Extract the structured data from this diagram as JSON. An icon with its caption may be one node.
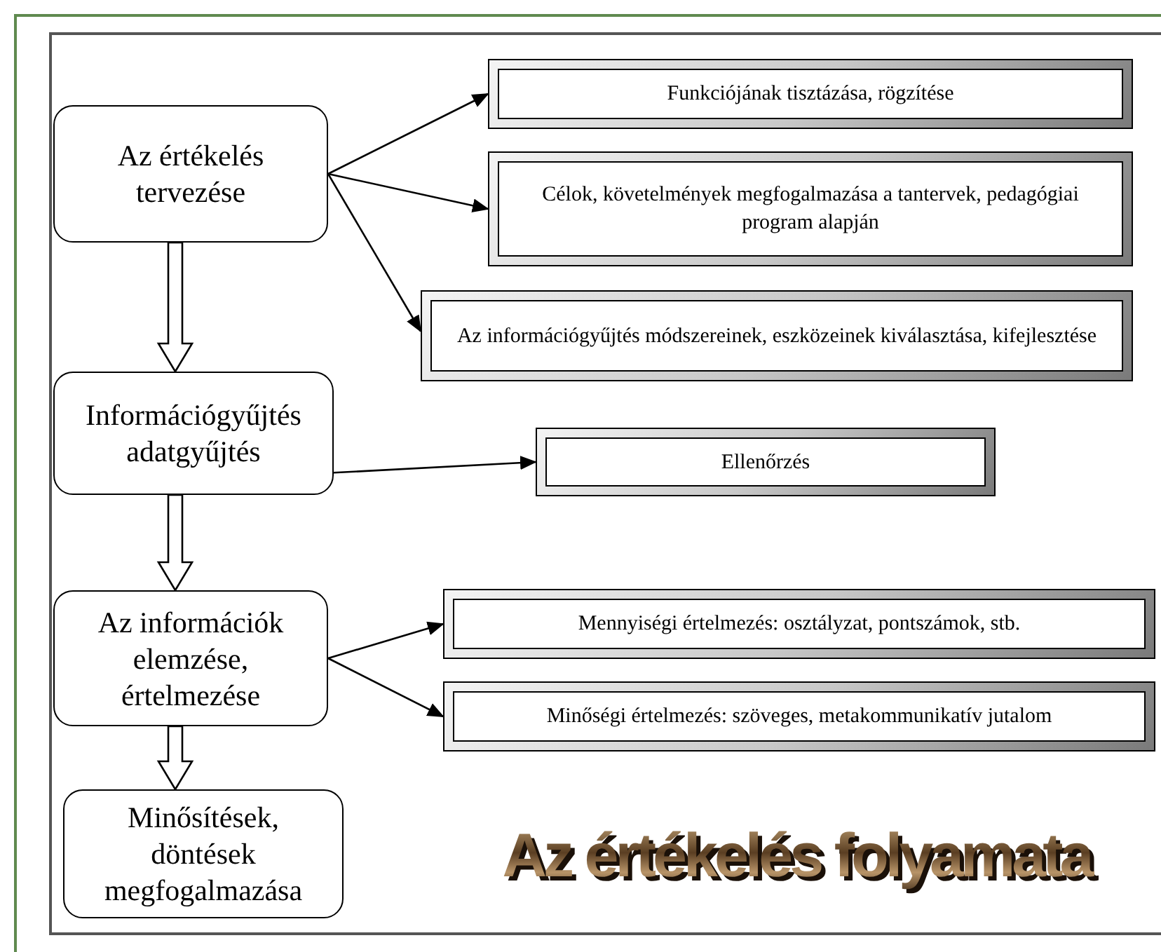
{
  "diagram": {
    "title": "Az értékelés folyamata",
    "nodes": [
      {
        "text": [
          "Az értékelés tervezése"
        ]
      },
      {
        "text": [
          "Funkciójának tisztázása, rögzítése"
        ]
      },
      {
        "text": [
          "Célok, követelmények megfogalmazása a tantervek, pedagógiai program alapján"
        ]
      },
      {
        "text": [
          "Az információgyűjtés módszereinek, eszközeinek kiválasztása, kifejlesztése"
        ]
      },
      {
        "text": [
          "Információgyűjtés adatgyűjtés"
        ]
      },
      {
        "text": [
          "Ellenőrzés"
        ]
      },
      {
        "text": [
          "Az információk elemzése, értelmezése"
        ]
      },
      {
        "text": [
          "Mennyiségi értelmezés: osztályzat, pontszámok, stb."
        ]
      },
      {
        "text": [
          "Minőségi értelmezés: szöveges, metakommunikatív jutalom"
        ]
      },
      {
        "text": [
          "Minősítések, döntések megfogalmazása"
        ]
      }
    ],
    "edges": [
      {
        "from": 0,
        "to": 1,
        "arrow": "to"
      },
      {
        "from": 0,
        "to": 2,
        "arrow": "to"
      },
      {
        "from": 0,
        "to": 3,
        "arrow": "to"
      },
      {
        "from": 0,
        "to": 4,
        "arrow": "to",
        "style": "thick"
      },
      {
        "from": 4,
        "to": 5,
        "arrow": "to"
      },
      {
        "from": 4,
        "to": 6,
        "arrow": "to",
        "style": "thick"
      },
      {
        "from": 6,
        "to": 7,
        "arrow": "to"
      },
      {
        "from": 6,
        "to": 8,
        "arrow": "to"
      },
      {
        "from": 6,
        "to": 9,
        "arrow": "to",
        "style": "thick"
      }
    ]
  }
}
